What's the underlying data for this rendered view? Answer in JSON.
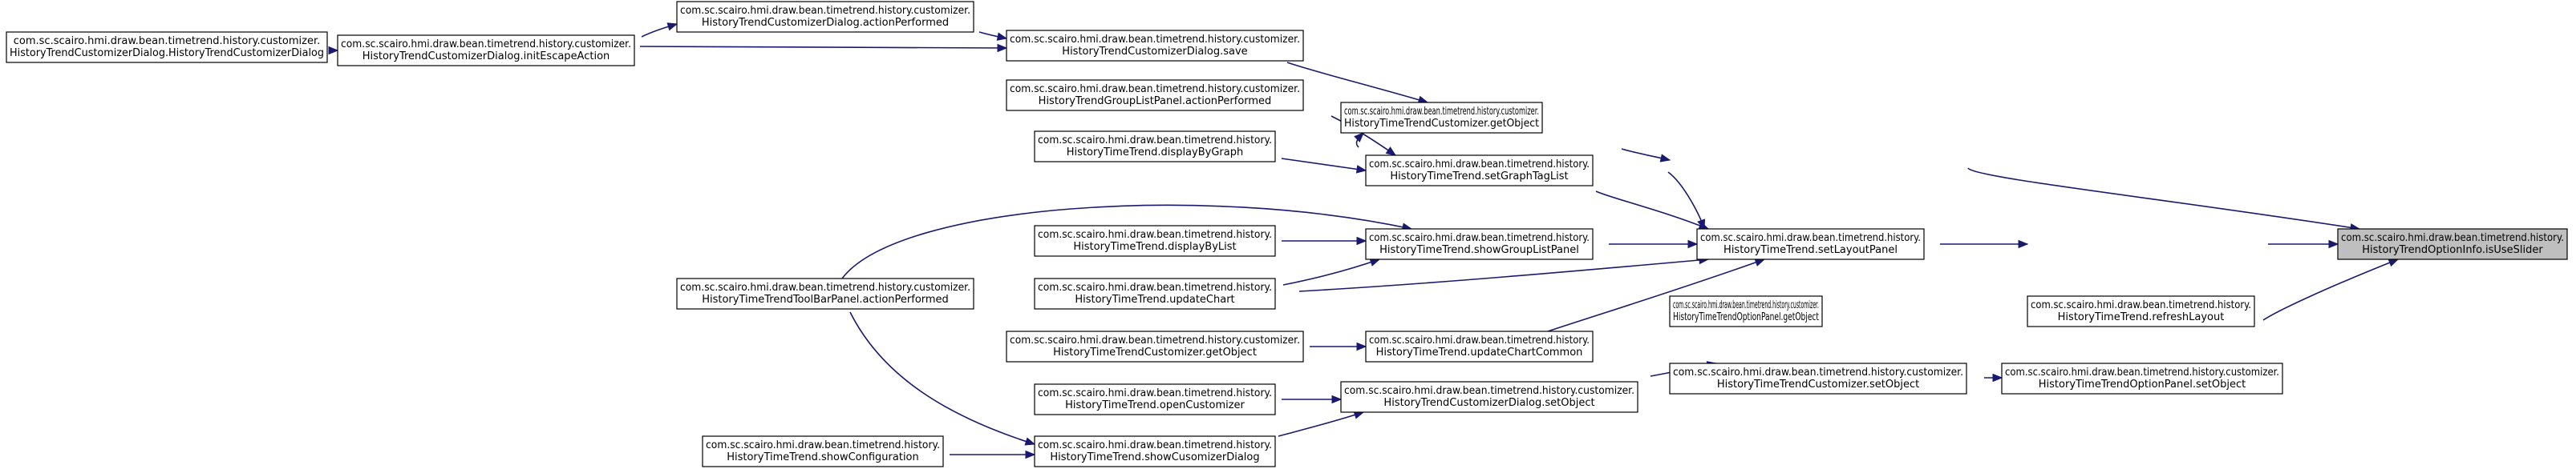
{
  "colors": {
    "edge": "#191970",
    "node_border": "#000000",
    "node_fill": "#ffffff",
    "target_fill": "#bfbfbf"
  },
  "nodes": [
    {
      "id": "n0",
      "lines": [
        "com.sc.scairo.hmi.draw.bean.timetrend.history.",
        "HistoryTrendOptionInfo.isUseSlider"
      ],
      "target": true
    },
    {
      "id": "n1",
      "lines": [
        "com.sc.scairo.hmi.draw.bean.timetrend.history.customizer.",
        "HistoryTimeTrendOptionPanel.getObject"
      ]
    },
    {
      "id": "n2",
      "lines": [
        "com.sc.scairo.hmi.draw.bean.timetrend.history.",
        "HistoryTimeTrend.refreshLayout"
      ]
    },
    {
      "id": "n3",
      "lines": [
        "com.sc.scairo.hmi.draw.bean.timetrend.history.customizer.",
        "HistoryTimeTrendOptionPanel.setObject"
      ]
    },
    {
      "id": "n4",
      "lines": [
        "com.sc.scairo.hmi.draw.bean.timetrend.history.customizer.",
        "HistoryTimeTrendCustomizer.getObject"
      ]
    },
    {
      "id": "n5",
      "lines": [
        "com.sc.scairo.hmi.draw.bean.timetrend.history.",
        "HistoryTimeTrend.setLayoutPanel"
      ]
    },
    {
      "id": "n6",
      "lines": [
        "com.sc.scairo.hmi.draw.bean.timetrend.history.customizer.",
        "HistoryTimeTrendCustomizer.setObject"
      ]
    },
    {
      "id": "n7",
      "lines": [
        "com.sc.scairo.hmi.draw.bean.timetrend.history.customizer.",
        "HistoryTrendCustomizerDialog.save"
      ]
    },
    {
      "id": "n8",
      "lines": [
        "com.sc.scairo.hmi.draw.bean.timetrend.history.",
        "HistoryTimeTrend.setGraphTagList"
      ]
    },
    {
      "id": "n9",
      "lines": [
        "com.sc.scairo.hmi.draw.bean.timetrend.history.",
        "HistoryTimeTrend.showGroupListPanel"
      ]
    },
    {
      "id": "n10",
      "lines": [
        "com.sc.scairo.hmi.draw.bean.timetrend.history.",
        "HistoryTimeTrend.updateChartCommon"
      ]
    },
    {
      "id": "n11",
      "lines": [
        "com.sc.scairo.hmi.draw.bean.timetrend.history.customizer.",
        "HistoryTrendCustomizerDialog.setObject"
      ]
    },
    {
      "id": "n12",
      "lines": [
        "com.sc.scairo.hmi.draw.bean.timetrend.history.customizer.",
        "HistoryTrendCustomizerDialog.actionPerformed"
      ]
    },
    {
      "id": "n13",
      "lines": [
        "com.sc.scairo.hmi.draw.bean.timetrend.history.customizer.",
        "HistoryTrendCustomizerDialog.initEscapeAction"
      ]
    },
    {
      "id": "n14",
      "lines": [
        "com.sc.scairo.hmi.draw.bean.timetrend.history.customizer.",
        "HistoryTrendGroupListPanel.actionPerformed"
      ]
    },
    {
      "id": "n15",
      "lines": [
        "com.sc.scairo.hmi.draw.bean.timetrend.history.",
        "HistoryTimeTrend.displayByGraph"
      ]
    },
    {
      "id": "n16",
      "lines": [
        "com.sc.scairo.hmi.draw.bean.timetrend.history.",
        "HistoryTimeTrend.displayByList"
      ]
    },
    {
      "id": "n17",
      "lines": [
        "com.sc.scairo.hmi.draw.bean.timetrend.history.",
        "HistoryTimeTrend.updateChart"
      ]
    },
    {
      "id": "n18",
      "lines": [
        "com.sc.scairo.hmi.draw.bean.timetrend.history.customizer.",
        "HistoryTimeTrendToolBarPanel.actionPerformed"
      ]
    },
    {
      "id": "n19",
      "lines": [
        "com.sc.scairo.hmi.draw.bean.timetrend.history.customizer.",
        "HistoryTimeTrendCustomizer.getObject"
      ]
    },
    {
      "id": "n20",
      "lines": [
        "com.sc.scairo.hmi.draw.bean.timetrend.history.",
        "HistoryTimeTrend.openCustomizer"
      ]
    },
    {
      "id": "n21",
      "lines": [
        "com.sc.scairo.hmi.draw.bean.timetrend.history.",
        "HistoryTimeTrend.showCusomizerDialog"
      ]
    },
    {
      "id": "n22",
      "lines": [
        "com.sc.scairo.hmi.draw.bean.timetrend.history.customizer.",
        "HistoryTrendCustomizerDialog.HistoryTrendCustomizerDialog"
      ]
    },
    {
      "id": "n23",
      "lines": [
        "com.sc.scairo.hmi.draw.bean.timetrend.history.",
        "HistoryTimeTrend.showConfiguration"
      ]
    }
  ],
  "edges": [
    {
      "from": "n0",
      "to": "n1"
    },
    {
      "from": "n0",
      "to": "n2"
    },
    {
      "from": "n0",
      "to": "n3"
    },
    {
      "from": "n1",
      "to": "n4"
    },
    {
      "from": "n1",
      "to": "n5"
    },
    {
      "from": "n2",
      "to": "n5"
    },
    {
      "from": "n3",
      "to": "n6"
    },
    {
      "from": "n4",
      "to": "n7"
    },
    {
      "from": "n4",
      "to": "n8"
    },
    {
      "from": "n5",
      "to": "n8"
    },
    {
      "from": "n5",
      "to": "n9"
    },
    {
      "from": "n5",
      "to": "n17"
    },
    {
      "from": "n5",
      "to": "n10"
    },
    {
      "from": "n6",
      "to": "n11"
    },
    {
      "from": "n7",
      "to": "n12"
    },
    {
      "from": "n7",
      "to": "n13"
    },
    {
      "from": "n8",
      "to": "n14"
    },
    {
      "from": "n8",
      "to": "n15"
    },
    {
      "from": "n9",
      "to": "n16"
    },
    {
      "from": "n9",
      "to": "n17"
    },
    {
      "from": "n9",
      "to": "n18"
    },
    {
      "from": "n10",
      "to": "n19"
    },
    {
      "from": "n11",
      "to": "n20"
    },
    {
      "from": "n11",
      "to": "n21"
    },
    {
      "from": "n12",
      "to": "n13"
    },
    {
      "from": "n13",
      "to": "n22"
    },
    {
      "from": "n21",
      "to": "n18"
    },
    {
      "from": "n21",
      "to": "n23"
    }
  ]
}
